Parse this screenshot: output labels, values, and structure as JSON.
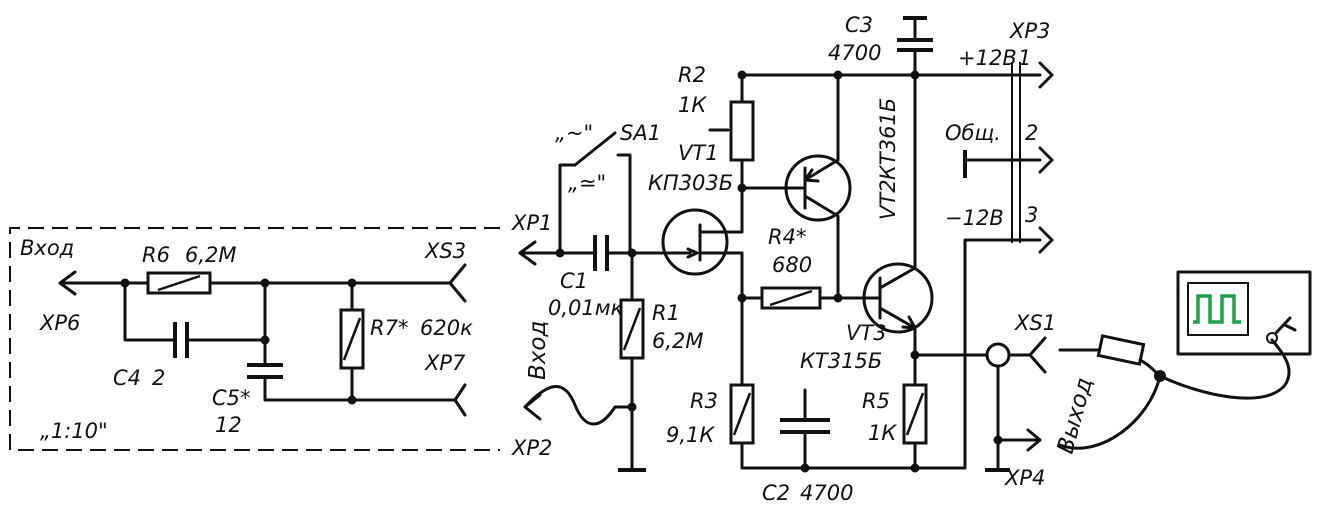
{
  "labels": {
    "xp1": "XP1",
    "xp2": "XP2",
    "xp3": "XP3",
    "xp4": "XP4",
    "xp6": "XP6",
    "xp7": "XP7",
    "xs1": "XS1",
    "xs3": "XS3",
    "vhod_probe": "Вход",
    "vhod_main": "Вход",
    "vyhod": "Выход",
    "divider_ratio": "„1:10\"",
    "sa1_name": "SA1",
    "sa1_ac": "„~\"",
    "sa1_dc": "„≃\"",
    "plus12": "+12В",
    "minus12": "−12В",
    "common": "Общ.",
    "pin1": "1",
    "pin2": "2",
    "pin3": "3"
  },
  "components": {
    "r1": {
      "name": "R1",
      "value": "6,2М"
    },
    "r2": {
      "name": "R2",
      "value": "1К"
    },
    "r3": {
      "name": "R3",
      "value": "9,1К"
    },
    "r4": {
      "name": "R4*",
      "value": "680"
    },
    "r5": {
      "name": "R5",
      "value": "1К"
    },
    "r6": {
      "name": "R6",
      "value": "6,2М"
    },
    "r7": {
      "name": "R7*",
      "value": "620к"
    },
    "c1": {
      "name": "C1",
      "value": "0,01мк"
    },
    "c2": {
      "name": "C2",
      "value": "4700"
    },
    "c3": {
      "name": "C3",
      "value": "4700"
    },
    "c4": {
      "name": "C4",
      "value": "2"
    },
    "c5": {
      "name": "C5*",
      "value": "12"
    },
    "vt1": {
      "name": "VT1",
      "value": "КП303Б"
    },
    "vt2": {
      "name": "VT2",
      "value": "КТ361Б"
    },
    "vt3": {
      "name": "VT3",
      "value": "КТ315Б"
    }
  },
  "colors": {
    "ink": "#111111",
    "scope_wave": "#1aa34a"
  }
}
